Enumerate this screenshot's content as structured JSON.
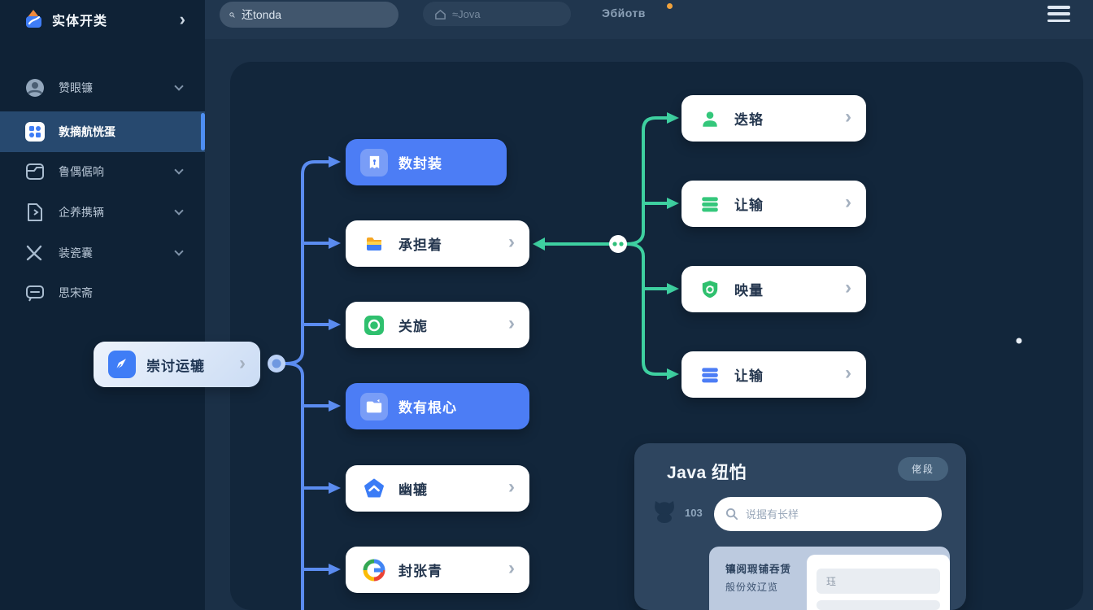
{
  "topbar": {
    "logo_title": "实体开类",
    "logo_chevron": "›",
    "search_placeholder": "还tonda",
    "nav_pill_label": "≈Jova",
    "user_label": "Эбйотв"
  },
  "sidebar": {
    "items": [
      {
        "label": "赞眼镰",
        "icon": "avatar-icon",
        "has_chevron": true,
        "active": false
      },
      {
        "label": "敦摘航恍蛋",
        "icon": "grid-icon",
        "has_chevron": false,
        "active": true
      },
      {
        "label": "鲁偶倨响",
        "icon": "card-icon",
        "has_chevron": true,
        "active": false
      },
      {
        "label": "企养携辆",
        "icon": "file-icon",
        "has_chevron": true,
        "active": false
      },
      {
        "label": "装瓷囊",
        "icon": "x-icon",
        "has_chevron": true,
        "active": false
      },
      {
        "label": "思宋斋",
        "icon": "chat-icon",
        "has_chevron": false,
        "active": false
      }
    ]
  },
  "mindmap": {
    "root": {
      "label": "崇讨运辘",
      "icon": "pen-icon",
      "chevron": "›"
    },
    "middle": [
      {
        "label": "数封装",
        "variant": "blue",
        "icon": "book-icon"
      },
      {
        "label": "承担着",
        "variant": "white",
        "icon": "folder-two-tone-icon",
        "chevron": "›"
      },
      {
        "label": "关旎",
        "variant": "white",
        "icon": "green-app-icon",
        "chevron": "›"
      },
      {
        "label": "数有根心",
        "variant": "blue",
        "icon": "white-folder-icon"
      },
      {
        "label": "幽辘",
        "variant": "white",
        "icon": "pentagon-icon",
        "chevron": "›"
      },
      {
        "label": "封张青",
        "variant": "white",
        "icon": "google-ring-icon",
        "chevron": "›"
      }
    ],
    "right": [
      {
        "label": "迭辂",
        "icon": "person-icon",
        "chevron": "›"
      },
      {
        "label": "让输",
        "icon": "database-green-icon",
        "chevron": "›"
      },
      {
        "label": "映量",
        "icon": "shield-refresh-icon",
        "chevron": "›"
      },
      {
        "label": "让输",
        "icon": "database-blue-icon",
        "chevron": "›"
      }
    ]
  },
  "panel": {
    "title": "Java 纽怕",
    "badge_label": "佬段",
    "count": "103",
    "search_placeholder": "说据有长样",
    "form": {
      "label_line1": "镶阅瑕铺吞赁",
      "label_line2": "般份效辽览",
      "field1_value": "珏"
    }
  },
  "colors": {
    "accent_blue": "#4c7df5",
    "connector_blue": "#5b8cf0",
    "connector_green": "#3ed0a0",
    "sidebar_bg": "#0f2236",
    "canvas_bg": "#12263b",
    "card_bg": "#2e455f",
    "active_item_bg": "#27496f",
    "notification_orange": "#f0a23c"
  }
}
